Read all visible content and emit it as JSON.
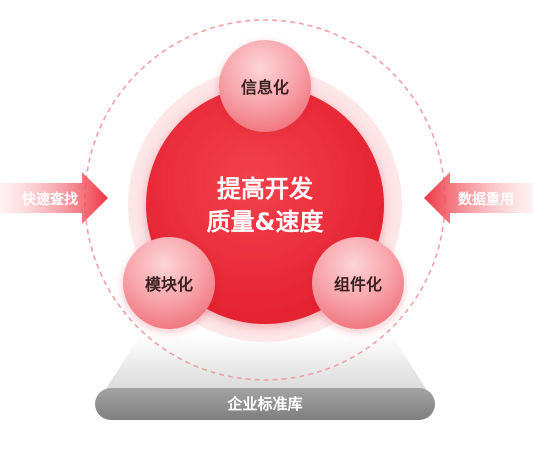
{
  "center": {
    "line1": "提高开发",
    "line2": "质量&速度"
  },
  "nodes": {
    "top": "信息化",
    "left": "模块化",
    "right": "组件化"
  },
  "arrows": {
    "left": "快速查找",
    "right": "数据重用"
  },
  "base": {
    "label": "企业标准库"
  },
  "colors": {
    "primary_red": "#ee2d3a",
    "node_pink": "#f68f96",
    "dashed_ring": "#f2a0a6",
    "base_gray": "#8e8e8e"
  }
}
